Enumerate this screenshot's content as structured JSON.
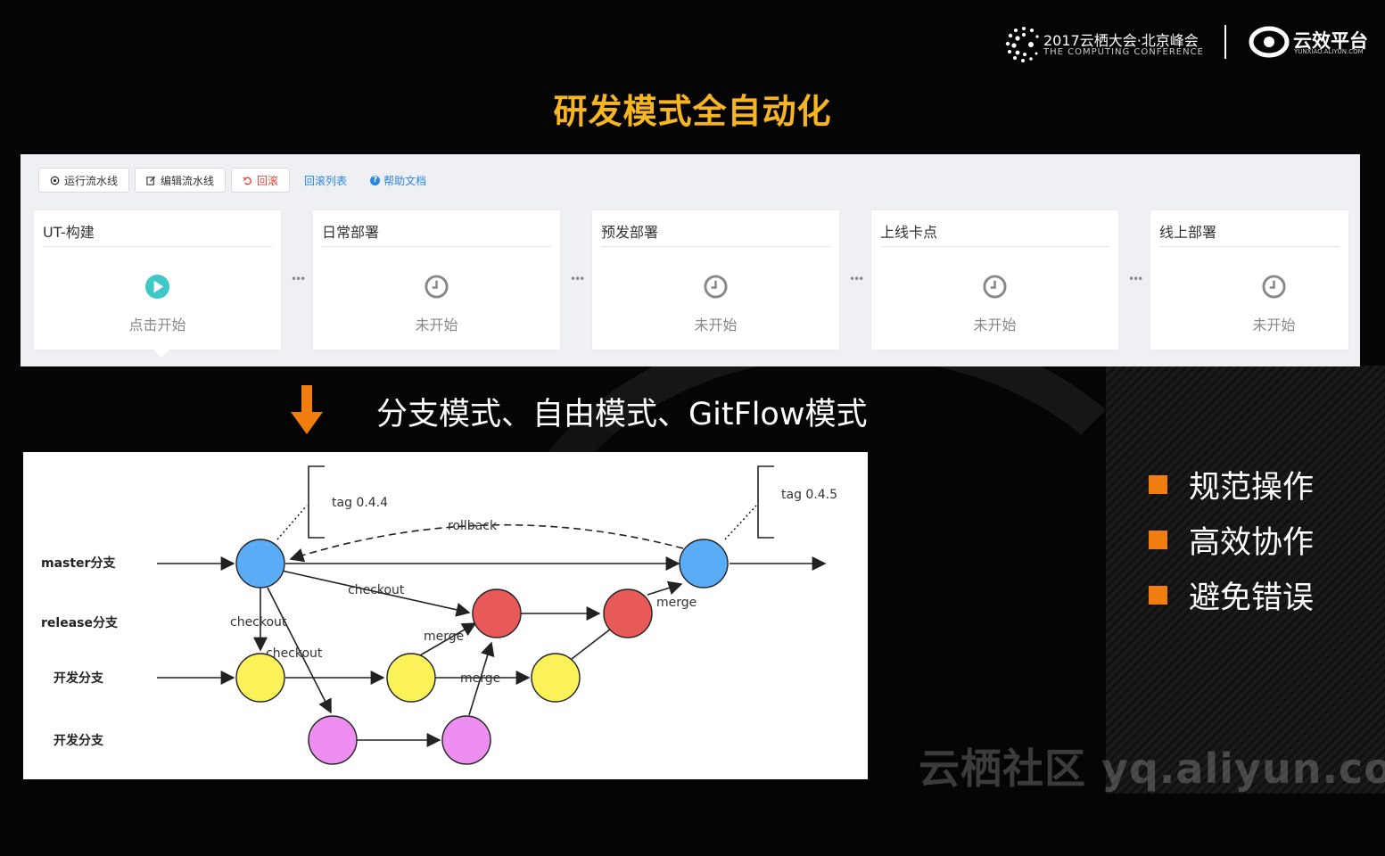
{
  "header": {
    "conference_title": "2017云栖大会·北京峰会",
    "conference_subtitle": "THE COMPUTING CONFERENCE",
    "brand_name": "云效平台",
    "brand_url": "YUNXIAO.ALIYUN.COM"
  },
  "slide_title": "研发模式全自动化",
  "pipeline": {
    "toolbar": {
      "run_label": "运行流水线",
      "edit_label": "编辑流水线",
      "rollback_label": "回滚",
      "rollback_list_label": "回滚列表",
      "help_label": "帮助文档"
    },
    "stages": [
      {
        "name": "UT-构建",
        "status": "点击开始",
        "icon": "play-icon"
      },
      {
        "name": "日常部署",
        "status": "未开始",
        "icon": "clock-icon"
      },
      {
        "name": "预发部署",
        "status": "未开始",
        "icon": "clock-icon"
      },
      {
        "name": "上线卡点",
        "status": "未开始",
        "icon": "clock-icon"
      },
      {
        "name": "线上部署",
        "status": "未开始",
        "icon": "clock-icon"
      }
    ],
    "colors": {
      "play": "#3fc8c8",
      "clock": "#888888"
    }
  },
  "subtitle": "分支模式、自由模式、GitFlow模式",
  "git_diagram": {
    "branches": [
      "master分支",
      "release分支",
      "开发分支",
      "开发分支"
    ],
    "tags": [
      "tag 0.4.4",
      "tag 0.4.5"
    ],
    "labels": {
      "rollback": "rollback",
      "checkout": "checkout",
      "merge": "merge"
    },
    "colors": {
      "master": "#5aacf7",
      "release": "#e85a5a",
      "develop": "#fbf25a",
      "feature": "#ee8ef0"
    }
  },
  "bullets": [
    "规范操作",
    "高效协作",
    "避免错误"
  ],
  "watermark": "云栖社区 yq.aliyun.com"
}
